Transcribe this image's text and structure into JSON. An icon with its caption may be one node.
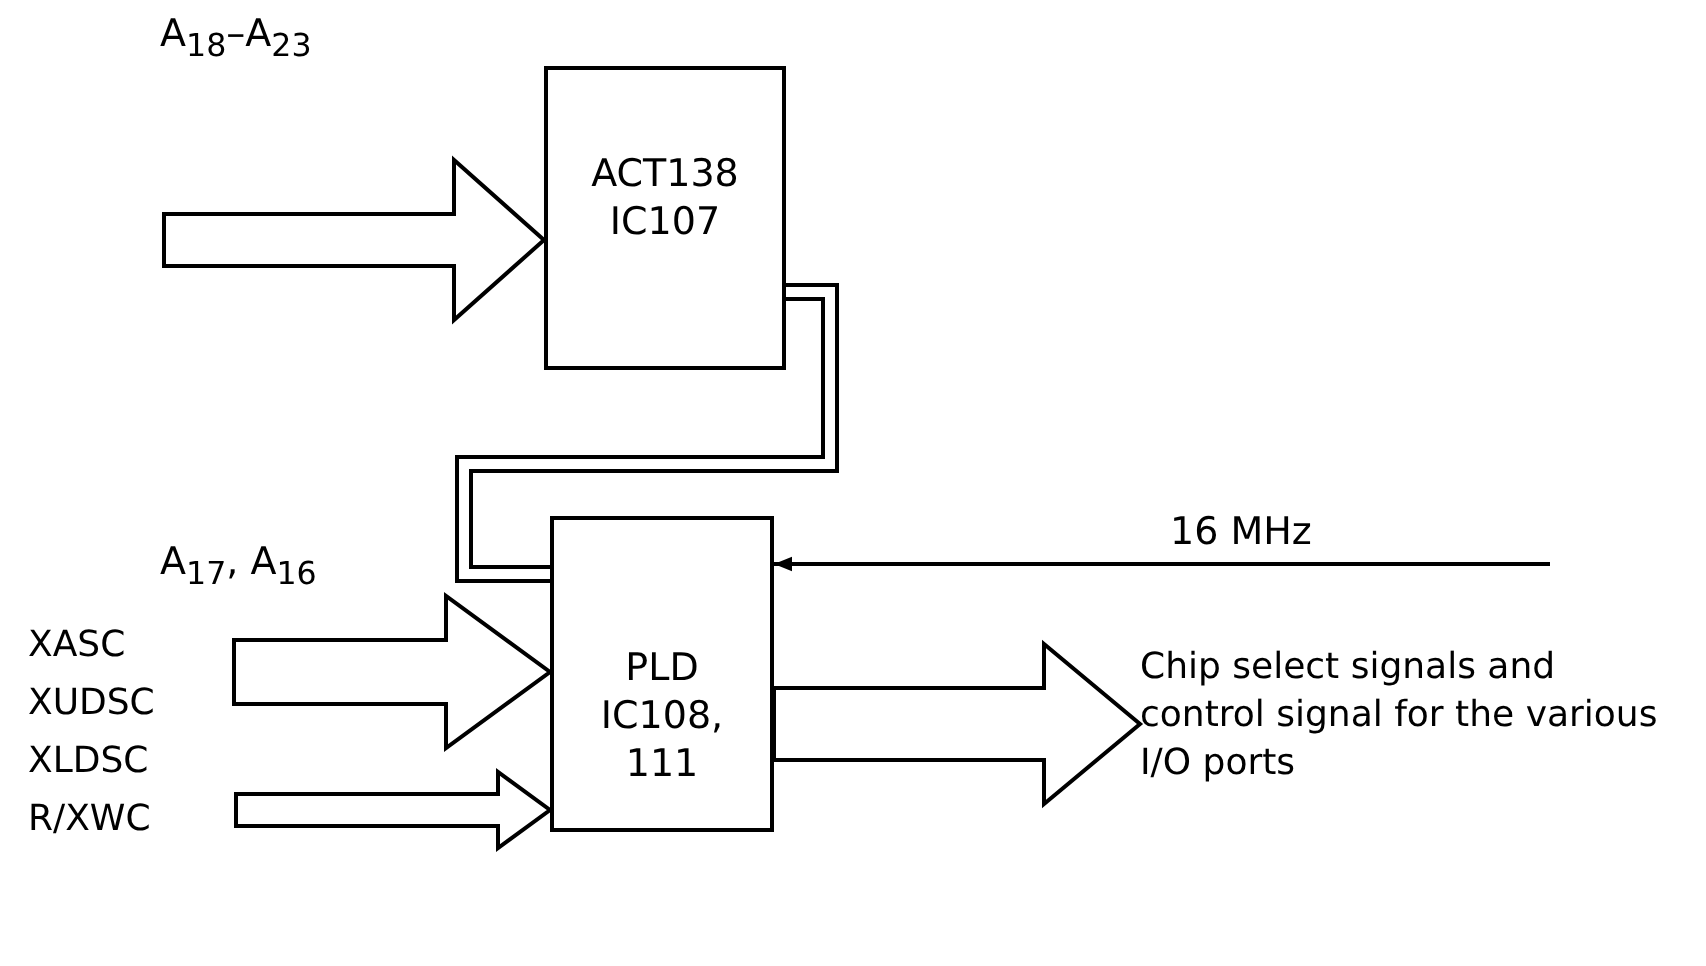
{
  "diagram": {
    "nodes": [
      {
        "text": [
          "ACT138 IC107"
        ]
      },
      {
        "text": [
          "PLD IC108, 111"
        ]
      },
      {
        "text": [
          "XASC",
          "XUDSC",
          "XLDSC",
          "R/XWC"
        ]
      },
      {
        "text": [
          "Chip select signals and control signal for the various I/O ports"
        ]
      }
    ],
    "edges": [
      {
        "from": null,
        "to": 0,
        "arrow": "to",
        "style": "thick",
        "label": "A$_{18}$–A$_{23}$"
      },
      {
        "from": 0,
        "to": 1,
        "arrow": "none",
        "style": "thick"
      },
      {
        "from": null,
        "to": 1,
        "arrow": "to",
        "style": "thick",
        "label": "A$_{17}$, A$_{16}$"
      },
      {
        "from": 2,
        "to": 1,
        "arrow": "to",
        "style": "thick"
      },
      {
        "from": null,
        "to": 1,
        "arrow": "to",
        "label": "16 MHz"
      },
      {
        "from": 1,
        "to": 3,
        "arrow": "to",
        "style": "thick"
      }
    ]
  }
}
